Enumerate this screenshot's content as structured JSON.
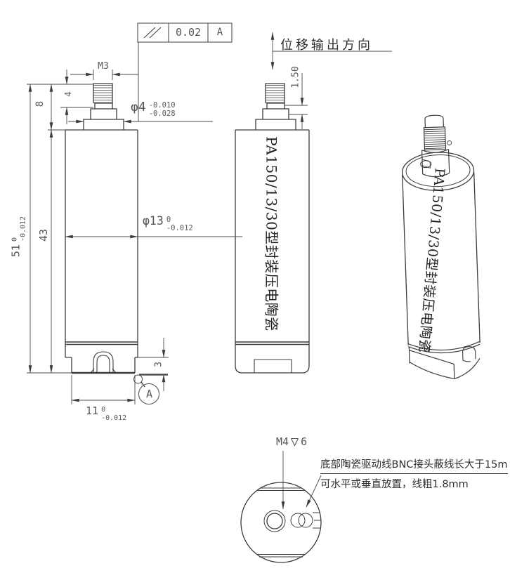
{
  "page": {
    "background": "#ffffff",
    "line_color": "#3c3c3c",
    "dim_text_color": "#54575a"
  },
  "tolerance_frame": {
    "symbol": "parallelism",
    "value": "0.02",
    "datum": "A"
  },
  "views": {
    "front": {
      "dims": {
        "m3": "M3",
        "dia4": {
          "nominal": "φ4",
          "upper": "-0.010",
          "lower": "-0.028"
        },
        "dia13": {
          "nominal": "φ13",
          "upper": "0",
          "lower": "-0.012"
        },
        "h51": {
          "nominal": "51",
          "upper": "0",
          "lower": "-0.012"
        },
        "h43": "43",
        "h8": "8",
        "h4": "4",
        "h3": "3",
        "w11": {
          "nominal": "11",
          "upper": "0",
          "lower": "-0.012"
        },
        "datum": "A"
      }
    },
    "side": {
      "displacement_label": "位移输出方向",
      "body_label": "PA150/13/30型封装压电陶瓷",
      "dims": {
        "neck": "1.50"
      }
    },
    "iso": {
      "body_label": "PA150/13/30型封装压电陶瓷"
    },
    "bottom": {
      "thread_callout": {
        "thread": "M4",
        "depth": "6"
      },
      "note_line1": "底部陶瓷驱动线BNC接头蔽线长大于15m",
      "note_line2": "可水平或垂直放置，线粗1.8mm"
    }
  }
}
